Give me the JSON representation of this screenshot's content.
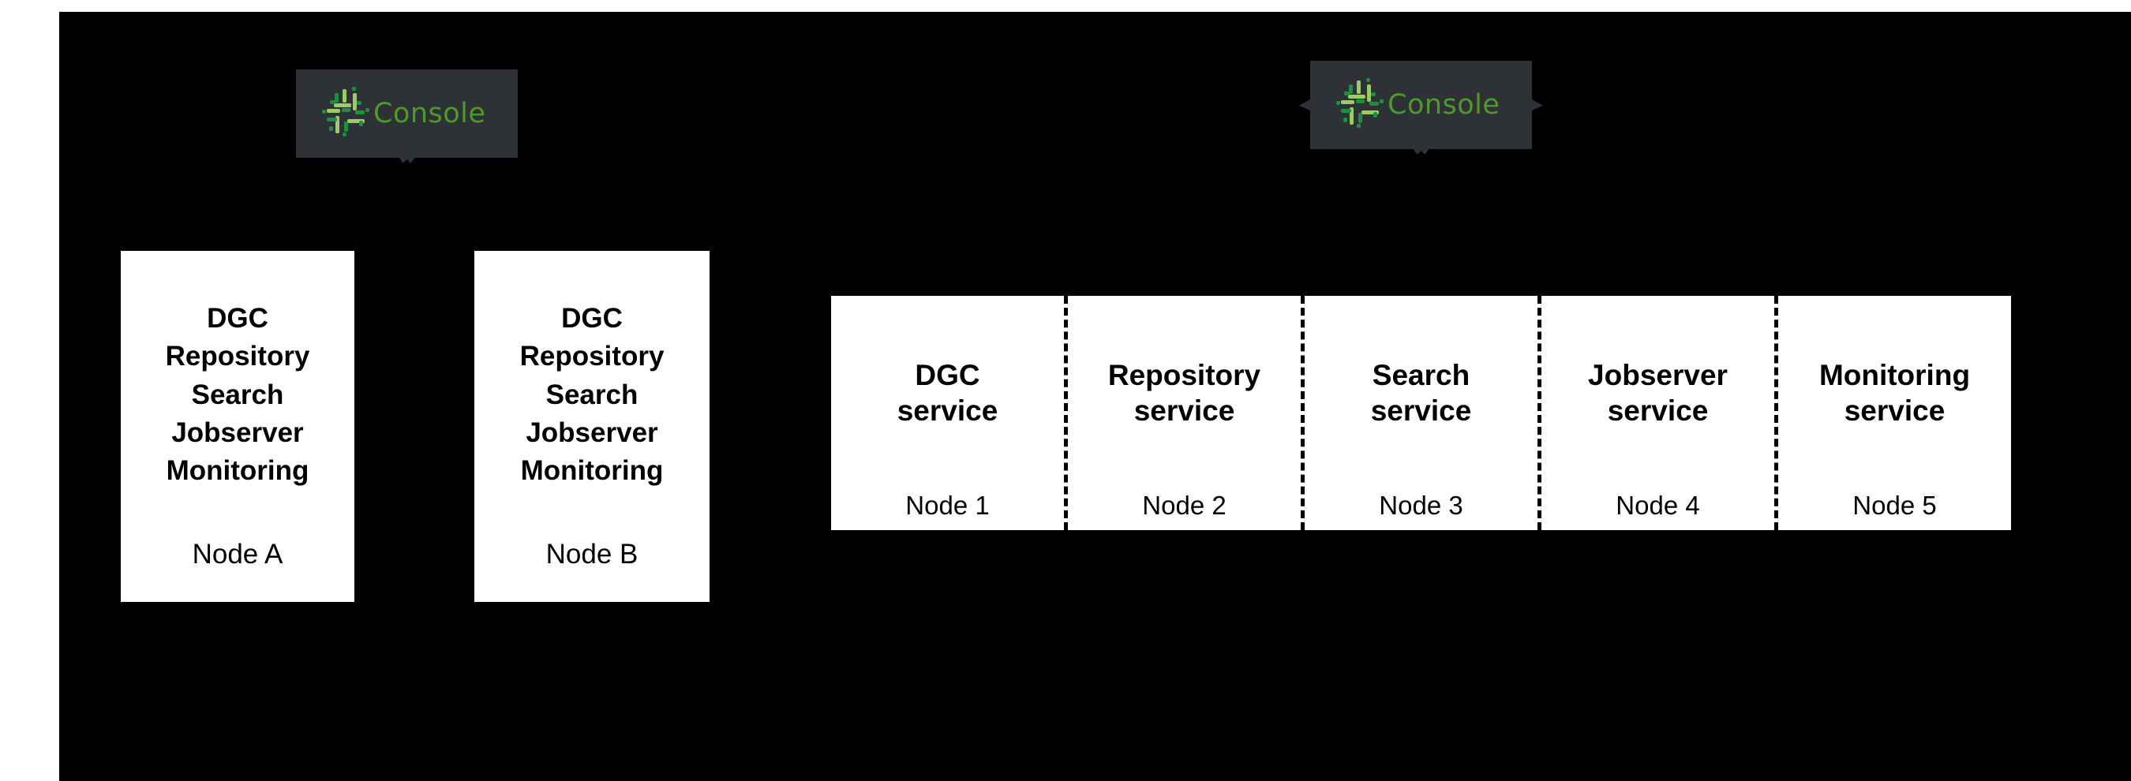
{
  "diagram": {
    "background_color": "#000000",
    "card_background": "#ffffff",
    "badge": {
      "background_color": "#2e3236",
      "text_color": "#4e9a29",
      "icon_name": "console-dashed-circle-icon"
    }
  },
  "consoles": [
    {
      "label": "Console"
    },
    {
      "label": "Console"
    }
  ],
  "node_cards": [
    {
      "services": "DGC\nRepository\nSearch\nJobserver\nMonitoring",
      "node_label": "Node A"
    },
    {
      "services": "DGC\nRepository\nSearch\nJobserver\nMonitoring",
      "node_label": "Node B"
    }
  ],
  "service_panel": {
    "columns": [
      {
        "service": "DGC\nservice",
        "node_label": "Node 1"
      },
      {
        "service": "Repository\nservice",
        "node_label": "Node 2"
      },
      {
        "service": "Search\nservice",
        "node_label": "Node 3"
      },
      {
        "service": "Jobserver\nservice",
        "node_label": "Node 4"
      },
      {
        "service": "Monitoring\nservice",
        "node_label": "Node 5"
      }
    ]
  }
}
